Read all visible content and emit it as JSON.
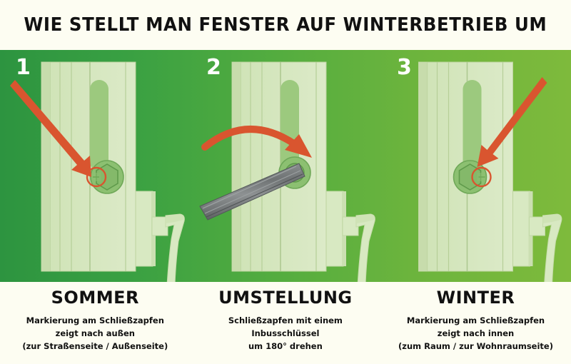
{
  "title": "WIE STELLT MAN FENSTER AUF WINTERBETRIEB UM",
  "colors": {
    "page_background": "#fdfdf2",
    "band_gradient_left": "#2d9440",
    "band_gradient_right": "#7eba3c",
    "arrow_orange": "#d9552f",
    "window_frame_light": "#d4e6bd",
    "window_frame_mid": "#c3dda8",
    "cam_green": "#8cc071",
    "allen_key_grey": "#6f7374",
    "text_dark": "#111111",
    "step_number_white": "#ffffff"
  },
  "panels": [
    {
      "number": "1",
      "heading": "SOMMER",
      "lines": [
        "Markierung am Schließzapfen",
        "zeigt nach außen",
        "(zur Straßenseite / Außenseite)"
      ],
      "annotation": "straight-arrow-pointing-down-right",
      "marker_side": "left",
      "icons": [
        "window-frame",
        "locking-cam-hex",
        "red-marker-circle",
        "window-handle",
        "pointer-arrow"
      ]
    },
    {
      "number": "2",
      "heading": "UMSTELLUNG",
      "lines": [
        "Schließzapfen mit einem",
        "Inbusschlüssel",
        "um 180° drehen"
      ],
      "annotation": "curved-rotation-arrow",
      "marker_side": "none",
      "icons": [
        "window-frame",
        "locking-cam-hex",
        "allen-key",
        "window-handle",
        "rotation-arrow"
      ]
    },
    {
      "number": "3",
      "heading": "WINTER",
      "lines": [
        "Markierung am Schließzapfen",
        "zeigt nach innen",
        "(zum Raum / zur Wohnraumseite)"
      ],
      "annotation": "straight-arrow-pointing-down-left",
      "marker_side": "right",
      "icons": [
        "window-frame",
        "locking-cam-hex",
        "red-marker-circle",
        "window-handle",
        "pointer-arrow"
      ]
    }
  ]
}
